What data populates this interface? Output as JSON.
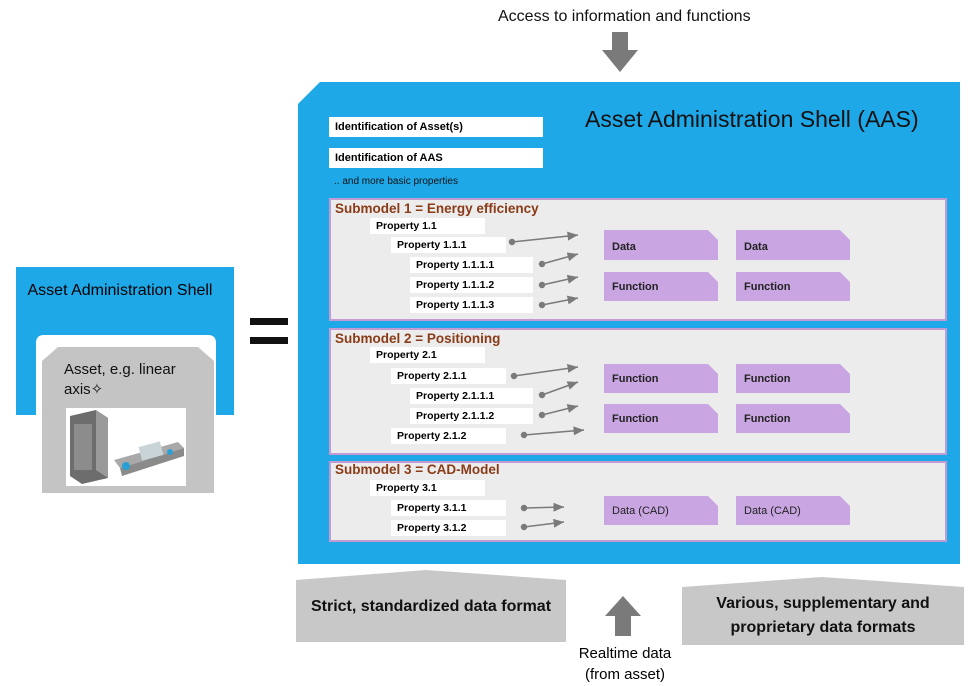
{
  "header": {
    "access_label": "Access to information and functions"
  },
  "aas": {
    "title": "Asset Administration Shell (AAS)",
    "id_asset": "Identification of Asset(s)",
    "id_aas": "Identification of AAS",
    "more_props": ".. and more basic properties"
  },
  "submodels": [
    {
      "title": "Submodel 1 = Energy efficiency",
      "properties": [
        "Property 1.1",
        "Property 1.1.1",
        "Property 1.1.1.1",
        "Property 1.1.1.2",
        "Property 1.1.1.3"
      ],
      "elements": [
        "Data",
        "Data",
        "Function",
        "Function"
      ]
    },
    {
      "title": "Submodel 2 = Positioning",
      "properties": [
        "Property 2.1",
        "Property 2.1.1",
        "Property 2.1.1.1",
        "Property 2.1.1.2",
        "Property 2.1.2"
      ],
      "elements": [
        "Function",
        "Function",
        "Function",
        "Function"
      ]
    },
    {
      "title": "Submodel 3 = CAD-Model",
      "properties": [
        "Property 3.1",
        "Property 3.1.1",
        "Property 3.1.2"
      ],
      "elements": [
        "Data (CAD)",
        "Data (CAD)"
      ]
    }
  ],
  "left": {
    "shell_label": "Asset Administration Shell",
    "asset_label": "Asset, e.g. linear axis✧"
  },
  "bottom": {
    "strict": "Strict, standardized data format",
    "various": "Various, supplementary  and proprietary data formats",
    "realtime": "Realtime data (from asset)"
  },
  "colors": {
    "aas_blue": "#1ea8e8",
    "purple": "#c9a6e2",
    "submodel_border": "#c39bd3",
    "submodel_title": "#8a3b17",
    "arrow_gray": "#7a7a7a",
    "panel_gray": "#c8c8c8"
  }
}
